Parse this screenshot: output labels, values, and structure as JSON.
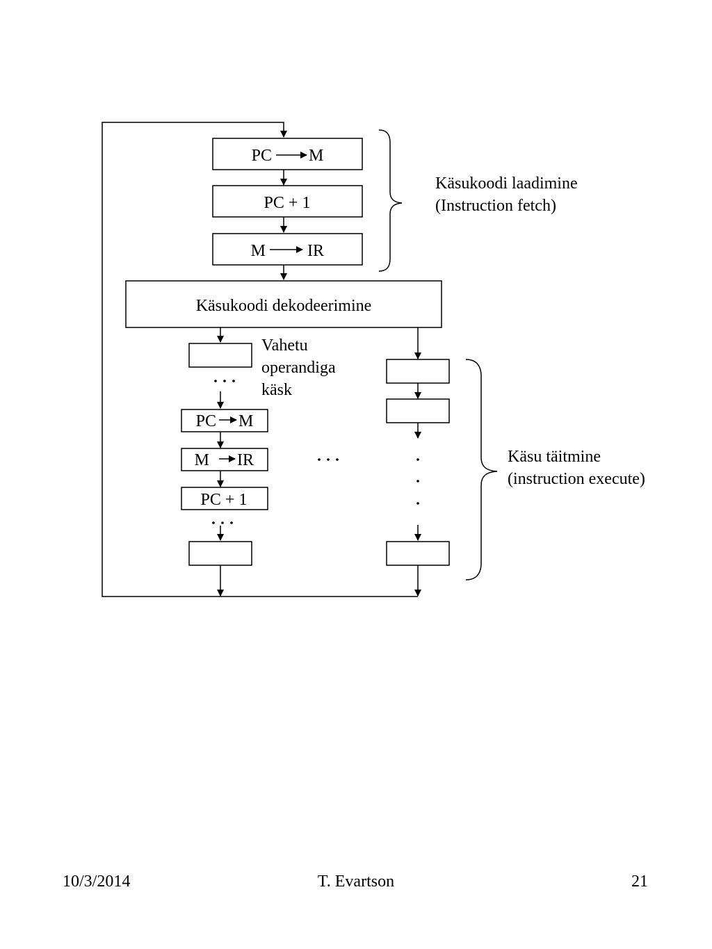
{
  "diagram": {
    "fetch_steps": {
      "pc_to_m_left": "PC",
      "pc_to_m_right": "M",
      "pc_plus_one": "PC + 1",
      "m_to_ir_left": "M",
      "m_to_ir_right": "IR"
    },
    "fetch_label_line1": "Käsukoodi laadimine",
    "fetch_label_line2": "(Instruction fetch)",
    "decode_label": "Käsukoodi dekodeerimine",
    "immediate_label_line1": "Vahetu",
    "immediate_label_line2": "operandiga",
    "immediate_label_line3": "käsk",
    "immediate_steps": {
      "pc_to_m_left": "PC",
      "pc_to_m_right": "M",
      "m_to_ir_left": "M",
      "m_to_ir_right": "IR",
      "pc_plus_one": "PC + 1"
    },
    "execute_label_line1": "Käsu täitmine",
    "execute_label_line2": "(instruction execute)"
  },
  "footer": {
    "date": "10/3/2014",
    "author": "T. Evartson",
    "page": "21"
  }
}
